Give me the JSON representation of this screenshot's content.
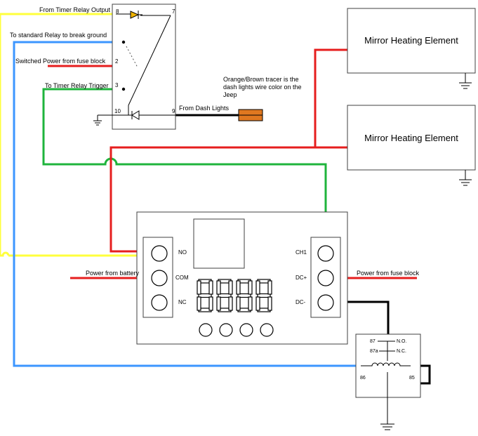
{
  "wiring": {
    "timer_output": "From Timer Relay Output",
    "standard_relay": "To standard Relay to break ground",
    "switched_power_prefix": "Switched ",
    "switched_power_underlined": "Power from fuse block",
    "timer_trigger": "To Timer Relay Trigger",
    "dash_lights": "From Dash Lights",
    "tracer_line1": "Orange/Brown tracer is the",
    "tracer_line2": "dash lights wire color on the",
    "tracer_line3": "Jeep",
    "power_battery": "Power from battery",
    "power_fuse": "Power from fuse block"
  },
  "relay_block": {
    "pin8": "8",
    "pin7": "7",
    "pin2": "2",
    "pin3": "3",
    "pin10": "10",
    "pin9": "9"
  },
  "heaters": {
    "top": "Mirror Heating Element",
    "bottom": "Mirror Heating Element"
  },
  "timer_module": {
    "no": "NO",
    "com": "COM",
    "nc": "NC",
    "ch1": "CH1",
    "dc_plus": "DC+",
    "dc_minus": "DC-"
  },
  "std_relay": {
    "pin87": "87",
    "no": "N.O.",
    "pin87a": "87a",
    "nc": "N.C.",
    "pin86": "86",
    "pin85": "85"
  },
  "colors": {
    "yellow_wire": "#ffff3c",
    "blue_wire": "#3c96ff",
    "green_wire": "#1fb43c",
    "red_wire": "#e61e1e",
    "diode_fill": "#f0b400",
    "fuse_fill": "#e07820"
  }
}
